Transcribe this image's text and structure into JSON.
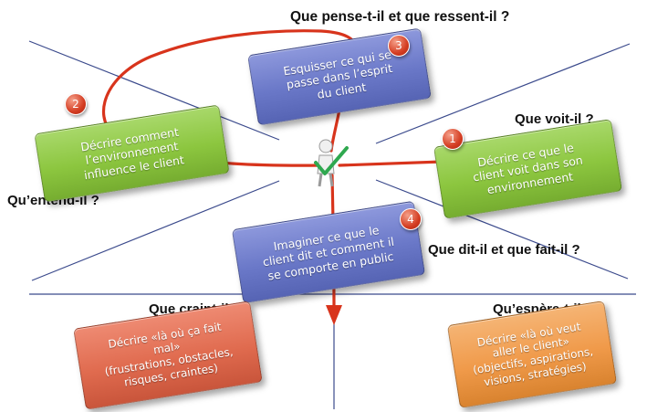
{
  "questions": {
    "think": "Que pense-t-il et que ressent-il ?",
    "see": "Que voit-il ?",
    "hear": "Qu’entend-il ?",
    "say": "Que dit-il et que fait-il ?",
    "fear": "Que craint-il ?",
    "hope": "Qu’espère-t-il ?"
  },
  "cards": {
    "see": {
      "number": "1",
      "text": "Décrire ce que le\nclient voit dans son\nenvironnement",
      "color": "#8cc63f"
    },
    "hear": {
      "number": "2",
      "text": "Décrire comment\nl’environnement\ninfluence le client",
      "color": "#8cc63f"
    },
    "think": {
      "number": "3",
      "text": "Esquisser ce qui se\npasse dans l’esprit\ndu client",
      "color": "#6a78c8"
    },
    "say": {
      "number": "4",
      "text": "Imaginer ce que le\nclient dit et comment il\nse comporte en public",
      "color": "#6a78c8"
    },
    "fear": {
      "text": "Décrire «là où ça fait\nmal»\n(frustrations, obstacles,\nrisques, craintes)",
      "color": "#e06b4f"
    },
    "hope": {
      "text": "Décrire «là où veut\naller le client»\n(objectifs, aspirations,\nvisions, stratégies)",
      "color": "#f09a4a"
    }
  },
  "colors": {
    "lines": "#3b4a8c",
    "arrow": "#d8341c",
    "checkmark": "#2fa84f"
  },
  "icons": [
    "person-figure-icon",
    "checkmark-icon",
    "number-badge-icon"
  ]
}
